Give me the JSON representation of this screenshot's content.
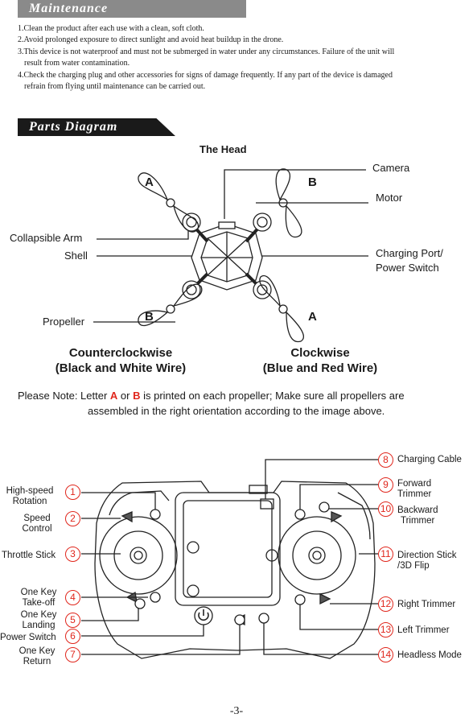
{
  "maintenance": {
    "title": "Maintenance",
    "items": [
      "1.Clean the product after each use with a clean, soft cloth.",
      "2.Avoid prolonged exposure to direct sunlight and avoid heat buildup in the drone.",
      "3.This device is not waterproof and must not be submerged in water under any circumstances. Failure of the unit will",
      "result from water contamination.",
      "4.Check the charging plug and other accessories for signs of damage frequently. If any part of the device is damaged",
      "refrain from flying until maintenance can be carried out."
    ]
  },
  "parts": {
    "title": "Parts Diagram",
    "head": "The Head",
    "labels": {
      "camera": "Camera",
      "motor": "Motor",
      "arm": "Collapsible Arm",
      "shell": "Shell",
      "charging1": "Charging Port/",
      "charging2": "Power Switch",
      "propeller": "Propeller"
    },
    "letters": {
      "tl": "A",
      "tr": "B",
      "bl": "B",
      "br": "A"
    },
    "ccw_title": "Counterclockwise",
    "ccw_sub": "(Black and White Wire)",
    "cw_title": "Clockwise",
    "cw_sub": "(Blue and Red Wire)",
    "note_prefix": "Please Note: Letter ",
    "note_a": "A",
    "note_or": " or ",
    "note_b": "B",
    "note_rest": " is printed on each propeller; Make sure all propellers are",
    "note_line2": "assembled in the right orientation according to the image above."
  },
  "controller": {
    "left": [
      {
        "num": "1",
        "l1": "High-speed",
        "l2": "Rotation"
      },
      {
        "num": "2",
        "l1": "Speed",
        "l2": "Control"
      },
      {
        "num": "3",
        "l1": "Throttle Stick",
        "l2": ""
      },
      {
        "num": "4",
        "l1": "One Key",
        "l2": "Take-off"
      },
      {
        "num": "5",
        "l1": "One Key",
        "l2": "Landing"
      },
      {
        "num": "6",
        "l1": "Power Switch",
        "l2": ""
      },
      {
        "num": "7",
        "l1": "One Key",
        "l2": "Return"
      }
    ],
    "right": [
      {
        "num": "8",
        "l1": "Charging Cable",
        "l2": ""
      },
      {
        "num": "9",
        "l1": "Forward",
        "l2": "Trimmer"
      },
      {
        "num": "10",
        "l1": "Backward",
        "l2": "Trimmer"
      },
      {
        "num": "11",
        "l1": "Direction Stick",
        "l2": "/3D Flip"
      },
      {
        "num": "12",
        "l1": "Right Trimmer",
        "l2": ""
      },
      {
        "num": "13",
        "l1": "Left Trimmer",
        "l2": ""
      },
      {
        "num": "14",
        "l1": "Headless Mode",
        "l2": ""
      }
    ]
  },
  "page_number": "-3-",
  "colors": {
    "accent_red": "#e0261c",
    "banner_gray": "#8a8a8a",
    "banner_dark": "#1a1a1a"
  }
}
